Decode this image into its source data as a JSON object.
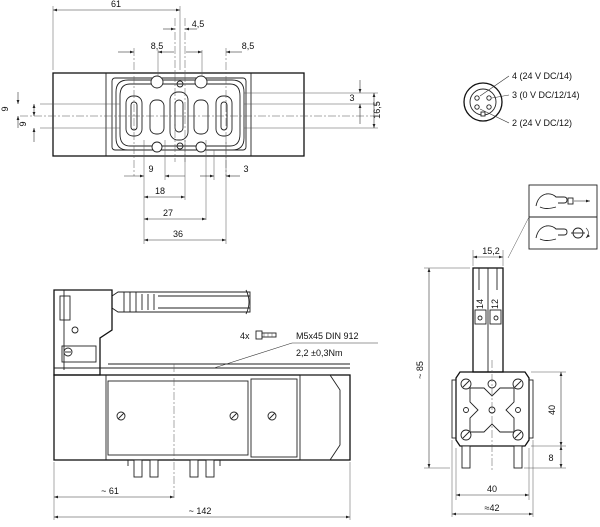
{
  "top_view": {
    "dims": {
      "width_61": "61",
      "center_4_5": "4,5",
      "pitch_8_5_left": "8,5",
      "pitch_8_5_right": "8,5",
      "height_3": "3",
      "height_16_5": "16,5",
      "offset_9_upper": "9",
      "offset_9_lower": "9",
      "bottom_9": "9",
      "bottom_3": "3",
      "bottom_18": "18",
      "bottom_27": "27",
      "bottom_36": "36"
    }
  },
  "connector": {
    "pins": [
      {
        "label": "4 (24 V DC/14)"
      },
      {
        "label": "3 (0 V DC/12/14)"
      },
      {
        "label": "2 (24 V DC/12)"
      }
    ]
  },
  "side_view": {
    "screw_qty": "4x",
    "screw_spec": "M5x45 DIN 912",
    "torque": "2,2 ±0,3Nm",
    "dims": {
      "half_length": "~ 61",
      "total_length": "~ 142"
    }
  },
  "end_view": {
    "solenoid_labels": [
      "14",
      "12"
    ],
    "dims": {
      "width_15_2": "15,2",
      "height_85": "~ 85",
      "height_40": "40",
      "height_8": "8",
      "width_40": "40",
      "width_42": "≈42"
    }
  }
}
